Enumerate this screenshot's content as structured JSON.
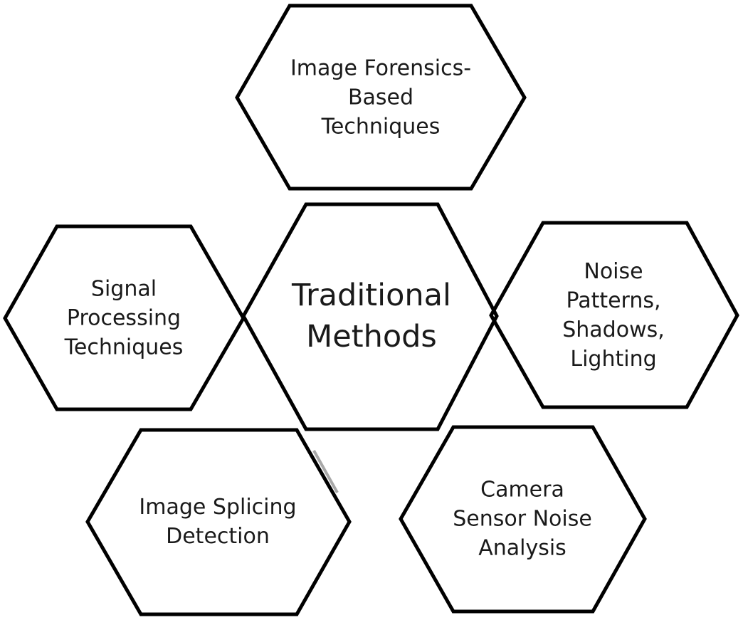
{
  "diagram": {
    "center": {
      "lines": [
        "Traditional",
        "Methods"
      ]
    },
    "nodes": {
      "top": {
        "lines": [
          "Image Forensics-",
          "Based",
          "Techniques"
        ]
      },
      "left": {
        "lines": [
          "Signal",
          "Processing",
          "Techniques"
        ]
      },
      "right": {
        "lines": [
          "Noise",
          "Patterns,",
          "Shadows,",
          "Lighting"
        ]
      },
      "bottom_left": {
        "lines": [
          "Image Splicing",
          "Detection"
        ]
      },
      "bottom_right": {
        "lines": [
          "Camera",
          "Sensor Noise",
          "Analysis"
        ]
      }
    },
    "colors": {
      "stroke": "#000000",
      "fill": "#ffffff",
      "text": "#1a1a1a"
    }
  }
}
